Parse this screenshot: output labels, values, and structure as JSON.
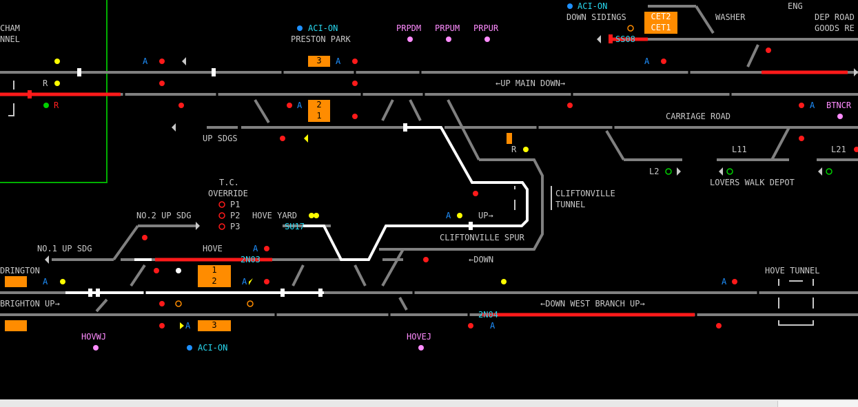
{
  "colors": {
    "track": "#808080",
    "occupied": "#ff1a1a",
    "route": "#ffffff",
    "signal_red": "#ff1a1a",
    "signal_yellow": "#ffff00",
    "signal_green": "#00d000",
    "cyan": "#28d8f0",
    "pink": "#ff8cff",
    "blue": "#1e90ff",
    "berth": "#ff8c00",
    "border": "#00b000"
  },
  "labels": {
    "cham": "CHAM",
    "nnel": "NNEL",
    "aci_on_top": "ACI-ON",
    "preston_park": "PRESTON PARK",
    "prpdm": "PRPDM",
    "prpum": "PRPUM",
    "prpur": "PRPUR",
    "aci_on_topright": "ACI-ON",
    "down_sidings": "DOWN SIDINGS",
    "washer": "WASHER",
    "eng": "ENG",
    "dep_road": "DEP ROAD",
    "goods_re": "GOODS RE",
    "up_main_down": "←UP MAIN DOWN→",
    "btncr": "BTNCR",
    "carriage_road": "CARRIAGE ROAD",
    "up_sdgs": "UP SDGS",
    "l11": "L11",
    "l21": "L21",
    "l2": "L2",
    "lovers_walk_depot": "LOVERS WALK DEPOT",
    "cliftonville_tunnel_1": "CLIFTONVILLE",
    "cliftonville_tunnel_2": "TUNNEL",
    "tc_override_1": "T.C.",
    "tc_override_2": "OVERRIDE",
    "p1": "P1",
    "p2": "P2",
    "p3": "P3",
    "no2_up_sdg": "NO.2 UP SDG",
    "hove_yard": "HOVE YARD",
    "up_arrow": "UP→",
    "cliftonville_spur": "CLIFTONVILLE SPUR",
    "down_arrow": "←DOWN",
    "no1_up_sdg": "NO.1 UP SDG",
    "hove": "HOVE",
    "drington": "DRINGTON",
    "brighton_up": "BRIGHTON UP→",
    "down_west_branch_up": "←DOWN WEST BRANCH UP→",
    "hove_tunnel": "HOVE TUNNEL",
    "hovwj": "HOVWJ",
    "aci_on_bottom": "ACI-ON",
    "hovej": "HOVEJ"
  },
  "berths": {
    "ss08": "SS08",
    "su17": "SU17",
    "n2n03": "2N03",
    "n2n04": "2N04",
    "b3_top": "3",
    "b2_mid": "2",
    "b1_mid": "1",
    "b1_hove": "1",
    "b2_hove": "2",
    "b3_bottom": "3",
    "cet2": "CET2",
    "cet1": "CET1"
  },
  "signal_letters": {
    "r1": "R",
    "r2": "R",
    "r3": "R",
    "a": "A"
  }
}
